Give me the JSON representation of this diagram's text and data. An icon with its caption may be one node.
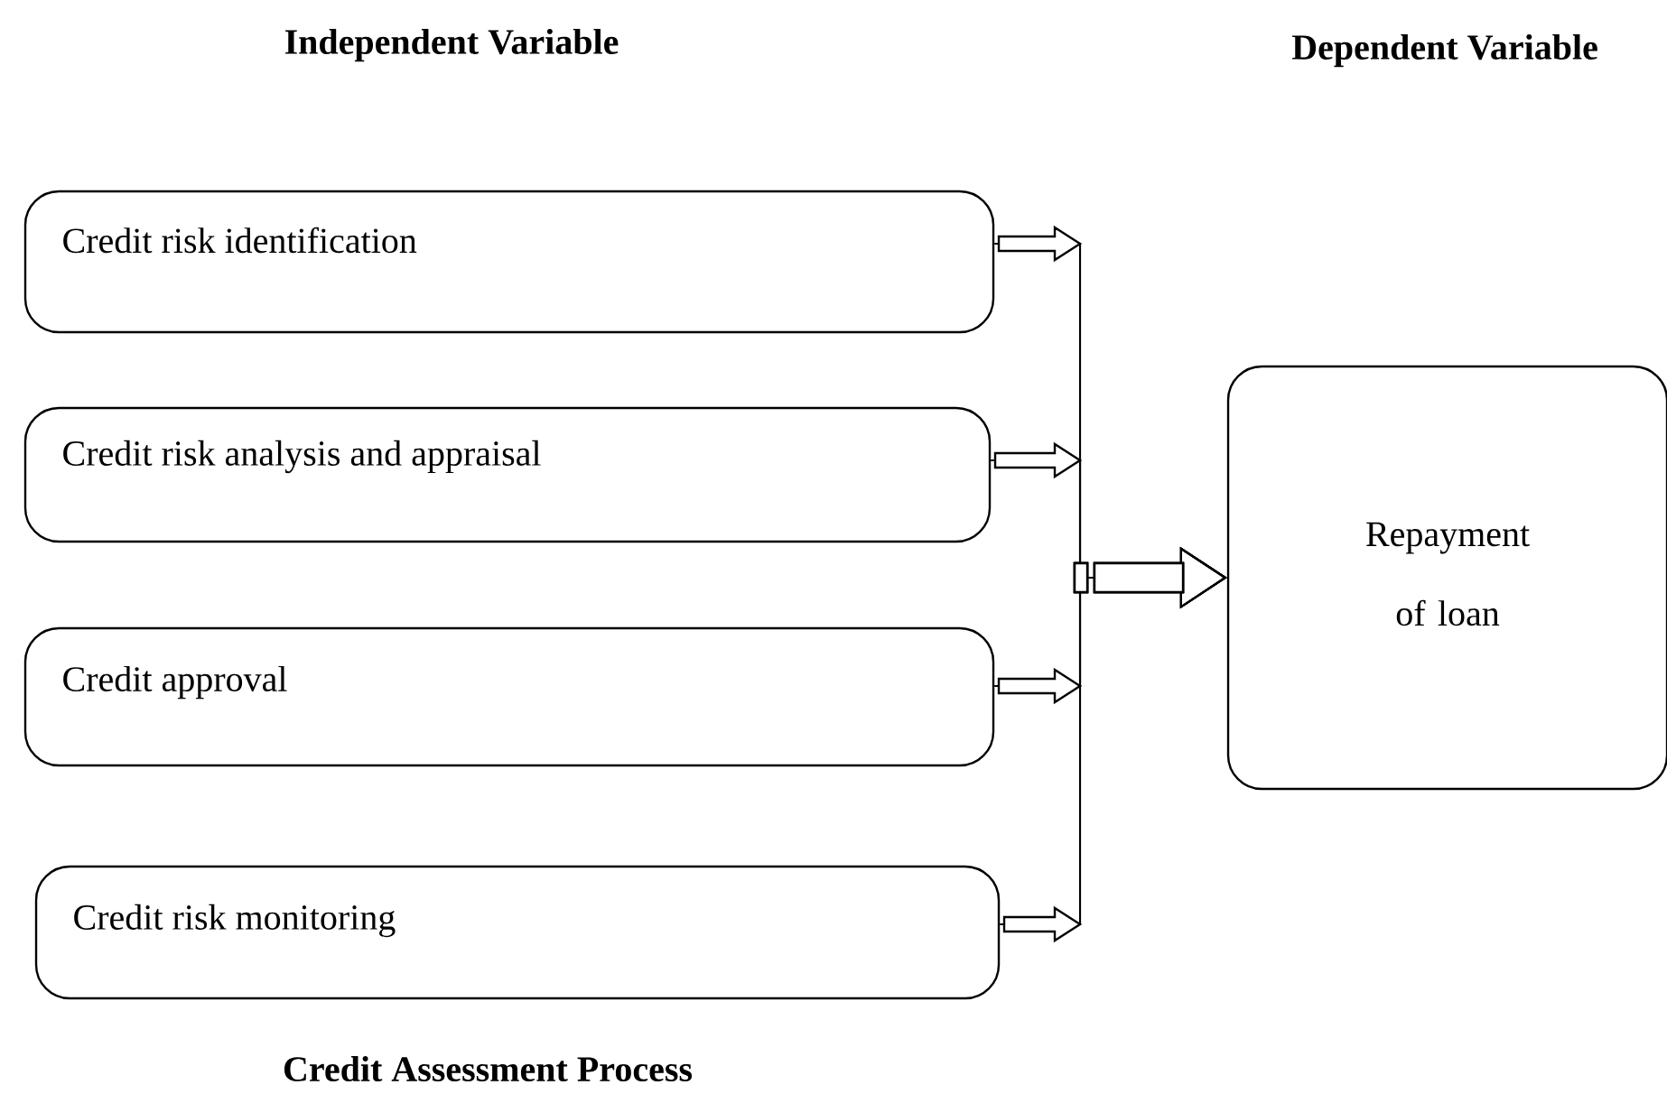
{
  "diagram": {
    "nodes": [
      {
        "text": [
          "Credit risk identification"
        ]
      },
      {
        "text": [
          "Credit risk analysis and appraisal"
        ]
      },
      {
        "text": [
          "Credit approval"
        ]
      },
      {
        "text": [
          "Credit risk monitoring"
        ]
      },
      {
        "text": [
          "Repayment of loan"
        ]
      }
    ],
    "edges": [
      {
        "from": 0,
        "to": 4,
        "arrow": "to"
      },
      {
        "from": 1,
        "to": 4,
        "arrow": "to"
      },
      {
        "from": 2,
        "to": 4,
        "arrow": "to"
      },
      {
        "from": 3,
        "to": 4,
        "arrow": "to"
      }
    ],
    "labels": [
      "Independent Variable",
      "Dependent Variable",
      "Credit Assessment Process"
    ]
  }
}
